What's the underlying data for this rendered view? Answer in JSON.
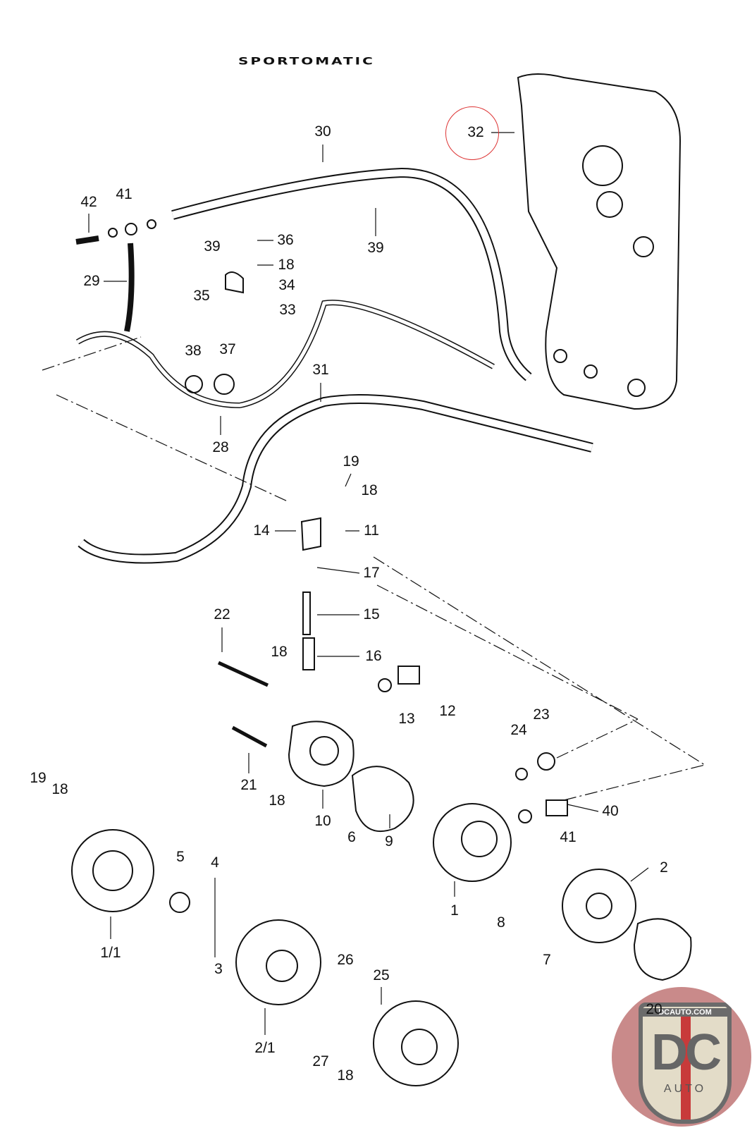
{
  "title": "SPORTOMATIC",
  "highlight_color": "#dd3333",
  "labels": [
    "32",
    "30",
    "42",
    "41",
    "39",
    "39",
    "36",
    "18",
    "34",
    "29",
    "35",
    "33",
    "38",
    "37",
    "31",
    "28",
    "19",
    "18",
    "14",
    "11",
    "17",
    "15",
    "22",
    "18",
    "16",
    "12",
    "13",
    "23",
    "24",
    "21",
    "18",
    "10",
    "6",
    "9",
    "40",
    "41",
    "19",
    "18",
    "5",
    "4",
    "2",
    "1",
    "8",
    "1/1",
    "3",
    "7",
    "26",
    "25",
    "20",
    "2/1",
    "27",
    "18"
  ],
  "watermark": {
    "site": "DCAUTO.COM",
    "mark": "DC",
    "word": "AUTO"
  }
}
